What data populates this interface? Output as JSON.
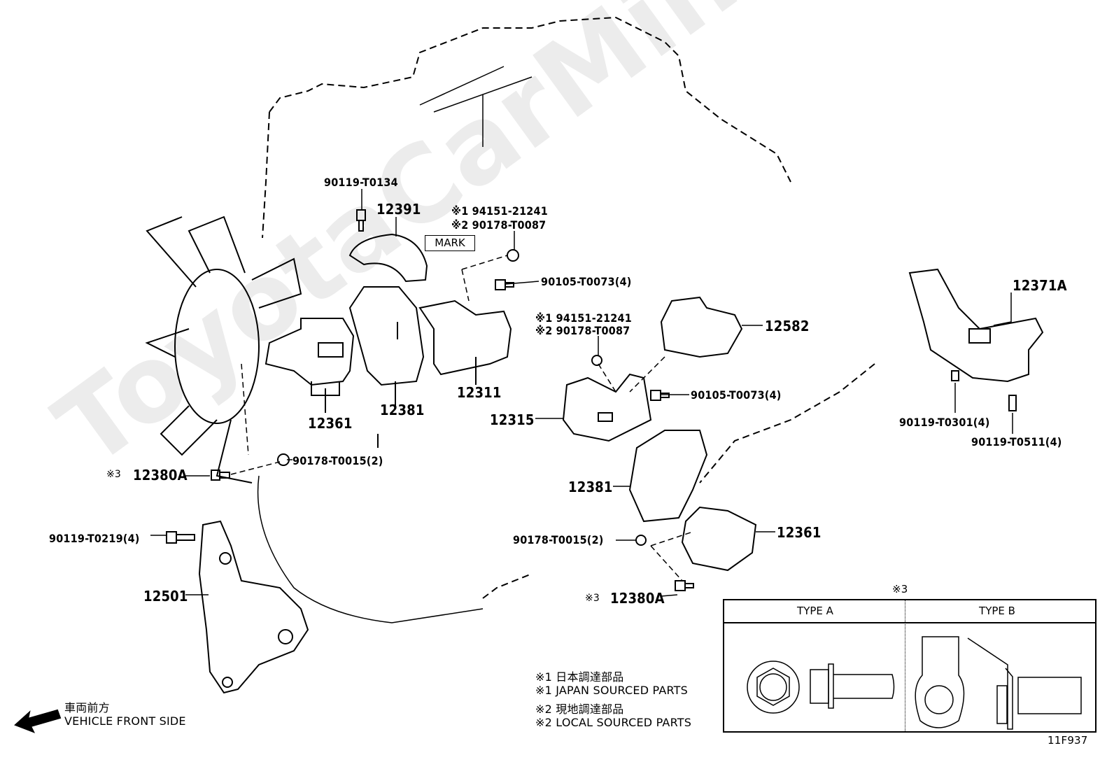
{
  "watermark": "ToyotaCarMine.ru",
  "figure_code": "11F937",
  "direction": {
    "jp": "車両前方",
    "en": "VEHICLE FRONT SIDE",
    "icon": "arrow-left-icon"
  },
  "mark_label": "MARK",
  "callouts": {
    "bolt_top": "90119-T0134",
    "p12391": "12391",
    "nut_a_1": "※1 94151-21241",
    "nut_a_2": "※2 90178-T0087",
    "bolt_a": "90105-T0073(4)",
    "nut_b_1": "※1 94151-21241",
    "nut_b_2": "※2 90178-T0087",
    "p12582": "12582",
    "p12371A": "12371A",
    "p12311": "12311",
    "p12381_left": "12381",
    "p12361_left": "12361",
    "p12315": "12315",
    "bolt_b": "90105-T0073(4)",
    "bolt_t0301": "90119-T0301(4)",
    "bolt_t0511": "90119-T0511(4)",
    "ref3_left": "※3",
    "p12380A_left": "12380A",
    "nut_t0015_left": "90178-T0015(2)",
    "p12381_right": "12381",
    "nut_t0015_right": "90178-T0015(2)",
    "p12361_right": "12361",
    "bolt_t0219": "90119-T0219(4)",
    "p12501": "12501",
    "ref3_right": "※3",
    "p12380A_right": "12380A"
  },
  "notes": [
    "※1 日本調達部品",
    "※1 JAPAN SOURCED PARTS",
    "※2 現地調達部品",
    "※2 LOCAL SOURCED PARTS"
  ],
  "type_table": {
    "title": "※3",
    "columns": [
      "TYPE A",
      "TYPE B"
    ]
  }
}
